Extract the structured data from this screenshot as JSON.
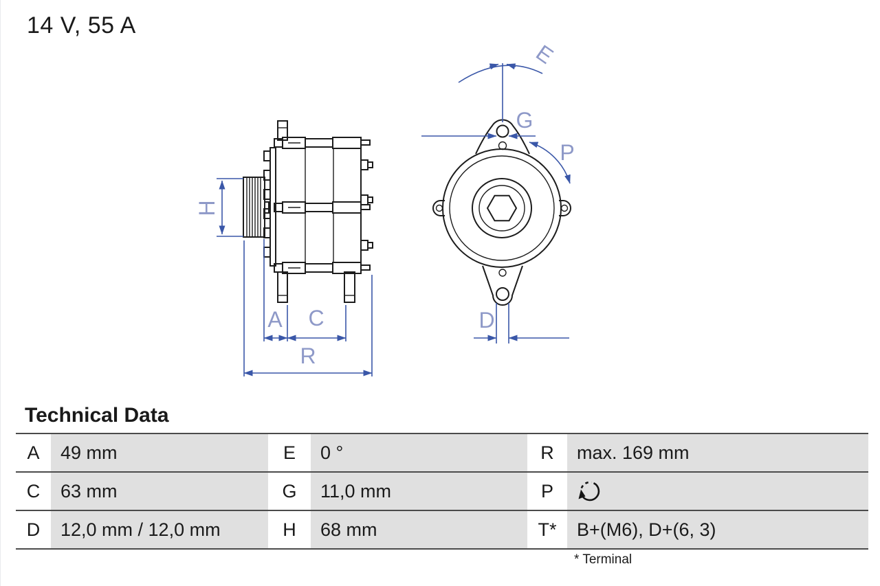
{
  "header": {
    "title": "14 V, 55 A"
  },
  "drawing": {
    "description": "alternator technical drawing, side view and front view",
    "dimension_labels": {
      "H": "H",
      "A": "A",
      "C": "C",
      "R": "R",
      "E": "E",
      "G": "G",
      "P": "P",
      "D": "D"
    }
  },
  "technical_data": {
    "heading": "Technical Data",
    "rows": [
      {
        "key": "A",
        "value": "49 mm"
      },
      {
        "key": "E",
        "value": "0 °"
      },
      {
        "key": "R",
        "value": "max. 169 mm"
      },
      {
        "key": "C",
        "value": "63 mm"
      },
      {
        "key": "G",
        "value": "11,0 mm"
      },
      {
        "key": "P",
        "value": "",
        "icon": "rotation-direction-clockwise"
      },
      {
        "key": "D",
        "value": "12,0 mm / 12,0 mm"
      },
      {
        "key": "H",
        "value": "68 mm"
      },
      {
        "key": "T*",
        "value": "B+(M6), D+(6, 3)"
      }
    ],
    "footnote": "* Terminal"
  },
  "colors": {
    "line_art": "#1c1c1c",
    "dimension_line": "#3a57a8",
    "dimension_label": "#8e99c8",
    "table_cell_bg": "#e0e0e0",
    "table_rule": "#4b4b4b"
  }
}
